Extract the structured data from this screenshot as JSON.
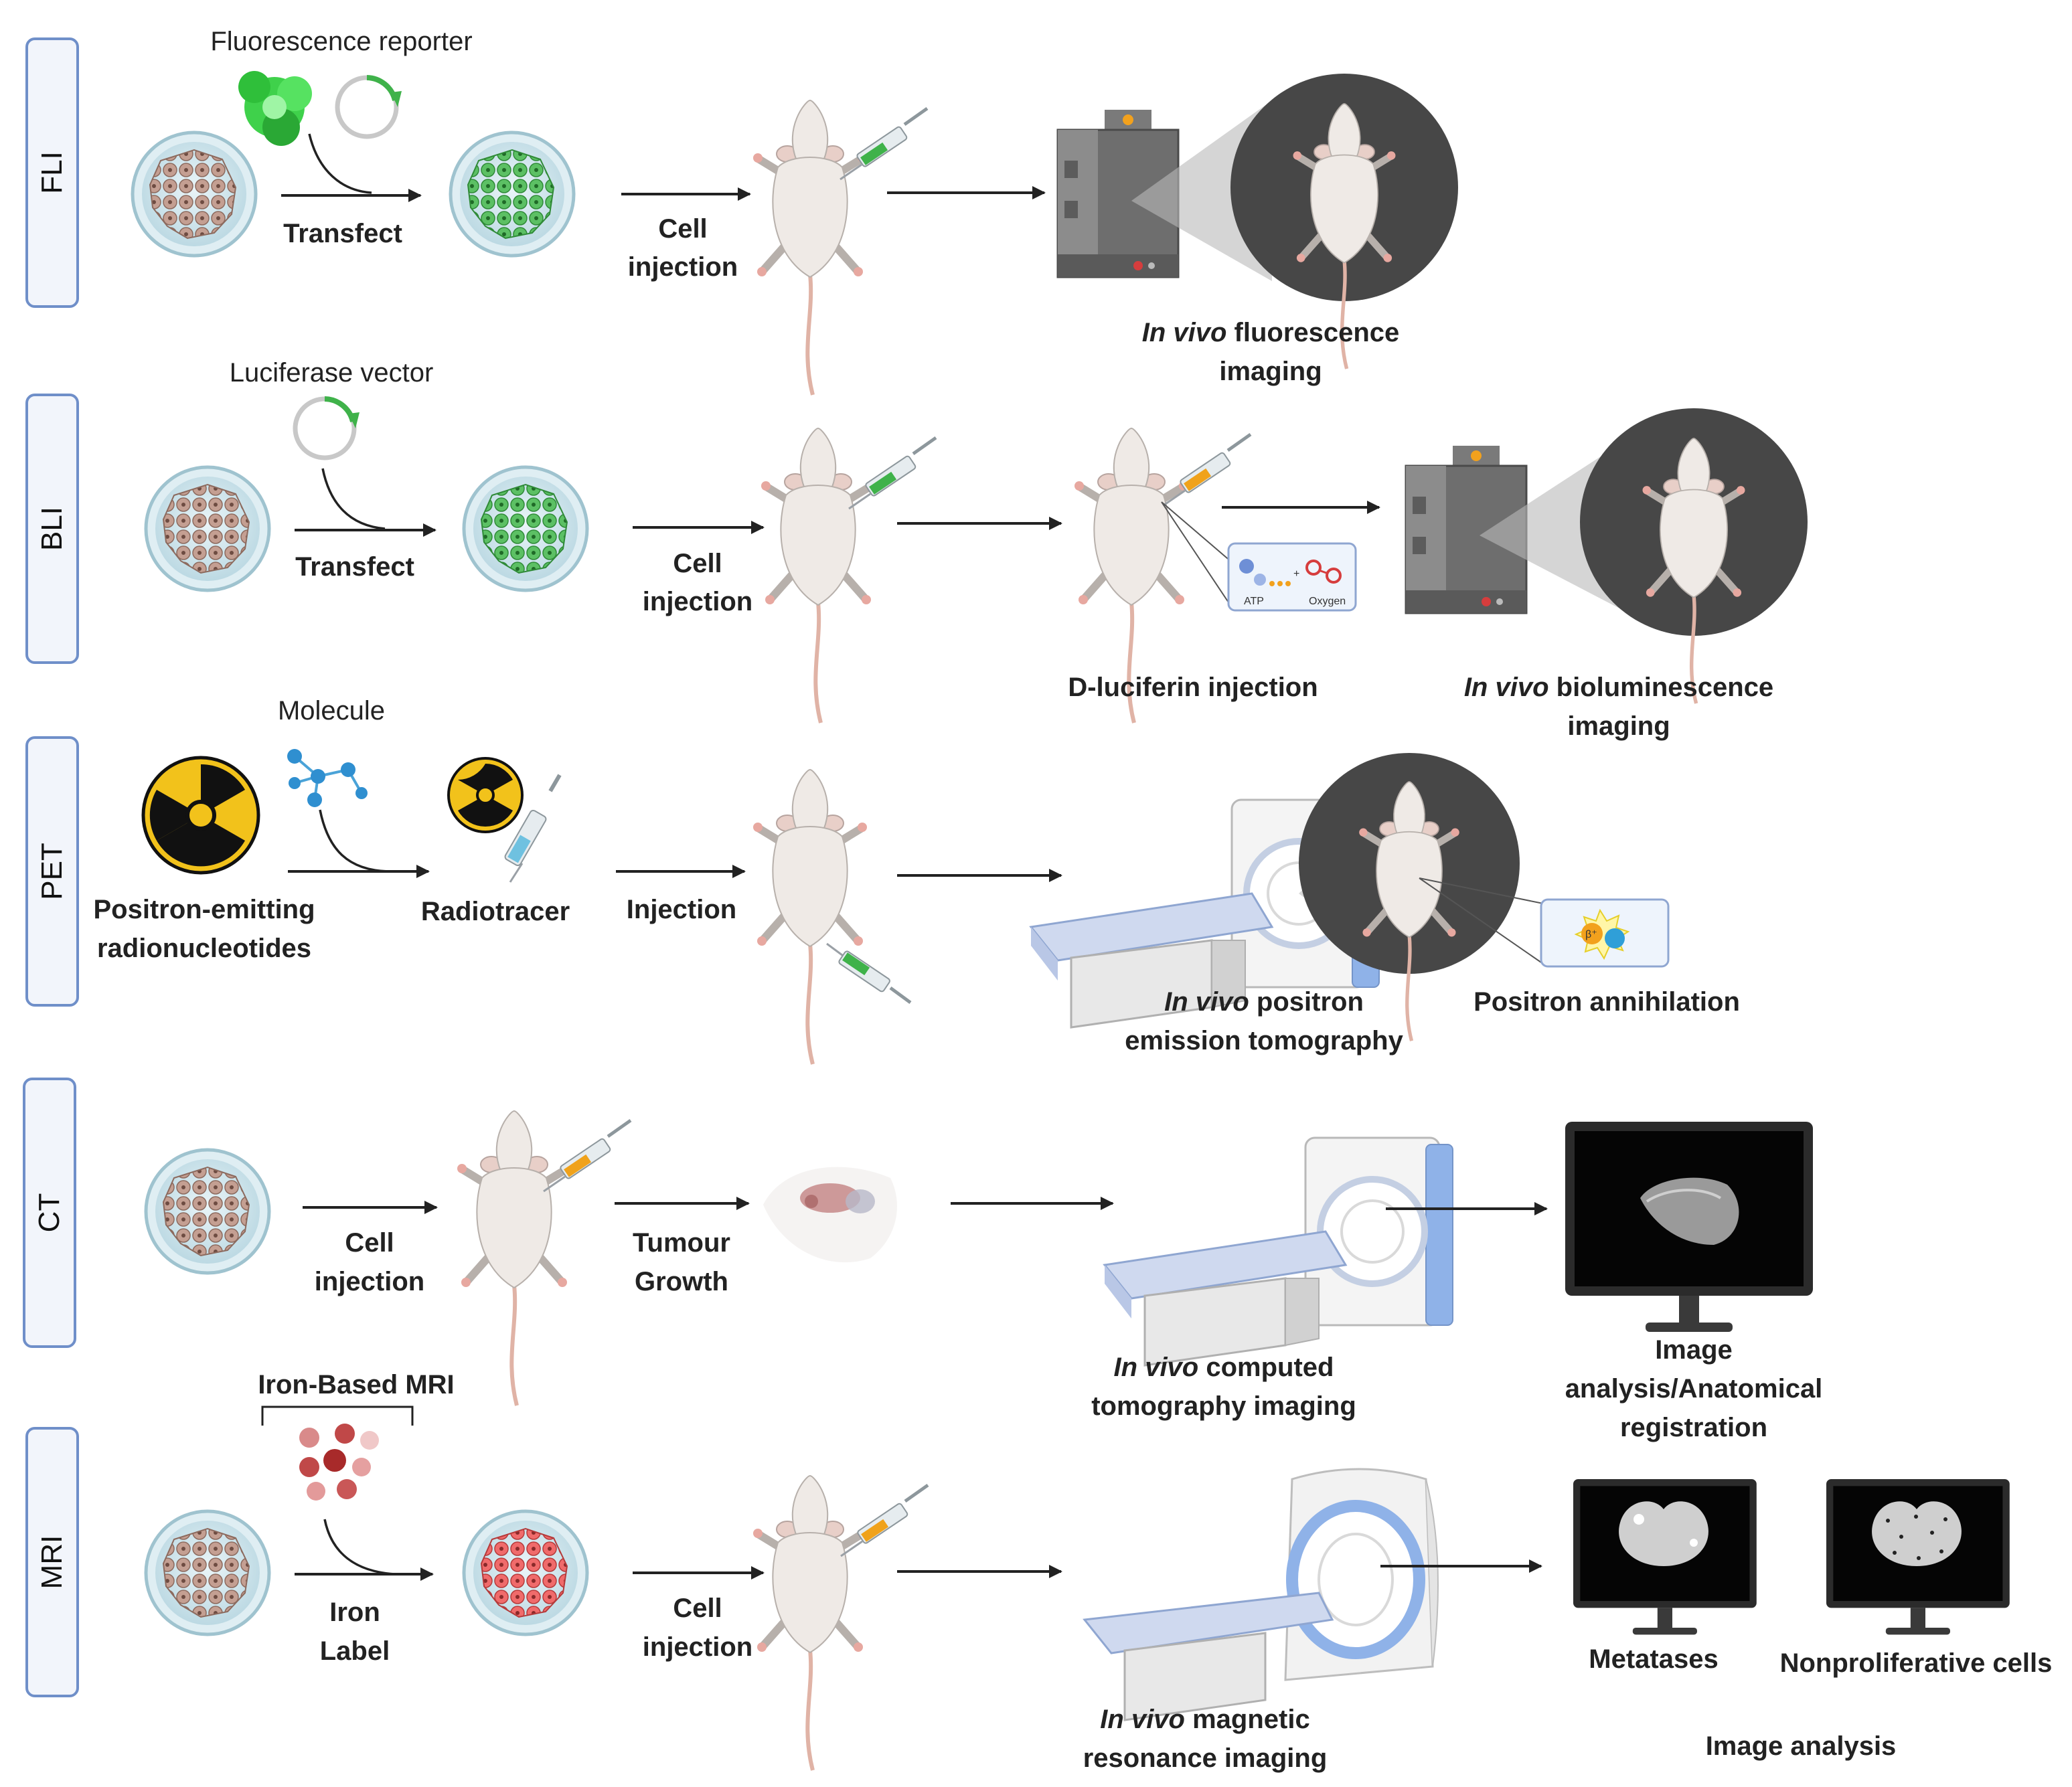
{
  "colors": {
    "side_tab_border": "#6f8fc9",
    "side_tab_fill": "#f2f5fb",
    "tumor_brown": "#b48f82",
    "tumor_green": "#3fb24a",
    "tumor_red": "#e05a5a",
    "dish_blue": "#cfe6ee",
    "dark_circle": "#474747",
    "radiation_yellow": "#f2c21b",
    "scanner_blue": "#8fb2e8"
  },
  "rows": {
    "fli": {
      "side_label": "FLI",
      "reporter_label": "Fluorescence reporter",
      "transfect_label": "Transfect",
      "cell_injection": [
        "Cell",
        "injection"
      ],
      "imaging_prefix": "In vivo",
      "imaging_rest": " fluorescence",
      "imaging_line2": "imaging"
    },
    "bli": {
      "side_label": "BLI",
      "vector_label": "Luciferase vector",
      "transfect_label": "Transfect",
      "cell_injection": [
        "Cell",
        "injection"
      ],
      "luciferin_label": "D-luciferin injection",
      "atp_label": "ATP",
      "oxygen_label": "Oxygen",
      "imaging_prefix": "In vivo",
      "imaging_rest": " bioluminescence",
      "imaging_line2": "imaging"
    },
    "pet": {
      "side_label": "PET",
      "molecule_label": "Molecule",
      "emitter_label": [
        "Positron-emitting",
        "radionucleotides"
      ],
      "radiotracer_label": "Radiotracer",
      "injection_label": "Injection",
      "imaging_prefix": "In vivo",
      "imaging_rest": " positron",
      "imaging_line2": "emission tomography",
      "annihilation_label": "Positron annihilation",
      "beta_label": "β⁺"
    },
    "ct": {
      "side_label": "CT",
      "cell_injection": [
        "Cell",
        "injection"
      ],
      "growth_label": [
        "Tumour",
        "Growth"
      ],
      "imaging_prefix": "In vivo",
      "imaging_rest": " computed",
      "imaging_line2": "tomography imaging",
      "analysis_label": [
        "Image",
        "analysis/Anatomical",
        "registration"
      ]
    },
    "mri": {
      "side_label": "MRI",
      "iron_mri_label": "Iron-Based MRI",
      "iron_label": [
        "Iron",
        "Label"
      ],
      "cell_injection": [
        "Cell",
        "injection"
      ],
      "imaging_prefix": "In vivo",
      "imaging_rest": " magnetic",
      "imaging_line2": "resonance  imaging",
      "metastases_label": "Metatases",
      "nonprolif_label": "Nonproliferative cells",
      "analysis_label": "Image analysis"
    }
  }
}
